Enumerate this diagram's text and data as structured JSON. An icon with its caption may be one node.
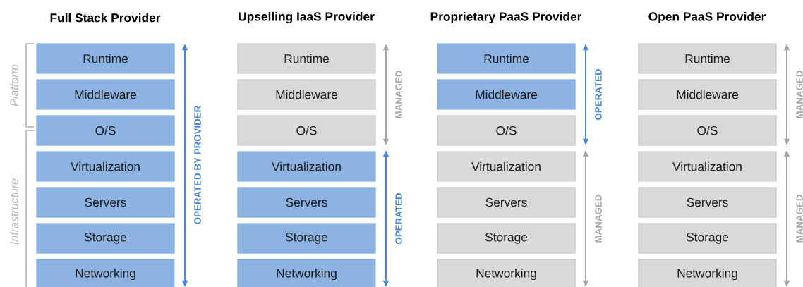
{
  "diagram": {
    "nodes": [
      {
        "text": [
          "Runtime"
        ]
      },
      {
        "text": [
          "Middleware"
        ]
      },
      {
        "text": [
          "O/S"
        ]
      },
      {
        "text": [
          "Virtualization"
        ]
      },
      {
        "text": [
          "Servers"
        ]
      },
      {
        "text": [
          "Storage"
        ]
      },
      {
        "text": [
          "Networking"
        ]
      },
      {
        "text": [
          "Runtime"
        ]
      },
      {
        "text": [
          "Middleware"
        ]
      },
      {
        "text": [
          "O/S"
        ]
      },
      {
        "text": [
          "Virtualization"
        ]
      },
      {
        "text": [
          "Servers"
        ]
      },
      {
        "text": [
          "Storage"
        ]
      },
      {
        "text": [
          "Networking"
        ]
      },
      {
        "text": [
          "Runtime"
        ]
      },
      {
        "text": [
          "Middleware"
        ]
      },
      {
        "text": [
          "O/S"
        ]
      },
      {
        "text": [
          "Virtualization"
        ]
      },
      {
        "text": [
          "Servers"
        ]
      },
      {
        "text": [
          "Storage"
        ]
      },
      {
        "text": [
          "Networking"
        ]
      },
      {
        "text": [
          "Runtime"
        ]
      },
      {
        "text": [
          "Middleware"
        ]
      },
      {
        "text": [
          "O/S"
        ]
      },
      {
        "text": [
          "Virtualization"
        ]
      },
      {
        "text": [
          "Servers"
        ]
      },
      {
        "text": [
          "Storage"
        ]
      },
      {
        "text": [
          "Networking"
        ]
      }
    ],
    "labels": [
      "Full Stack Provider",
      "Upselling IaaS Provider",
      "Proprietary PaaS Provider",
      "Open PaaS Provider",
      "Platform",
      "Infrastructure",
      "OPERATED BY PROVIDER",
      "MANAGED",
      "OPERATED",
      "OPERATED",
      "MANAGED",
      "MANAGED",
      "MANAGED"
    ]
  }
}
